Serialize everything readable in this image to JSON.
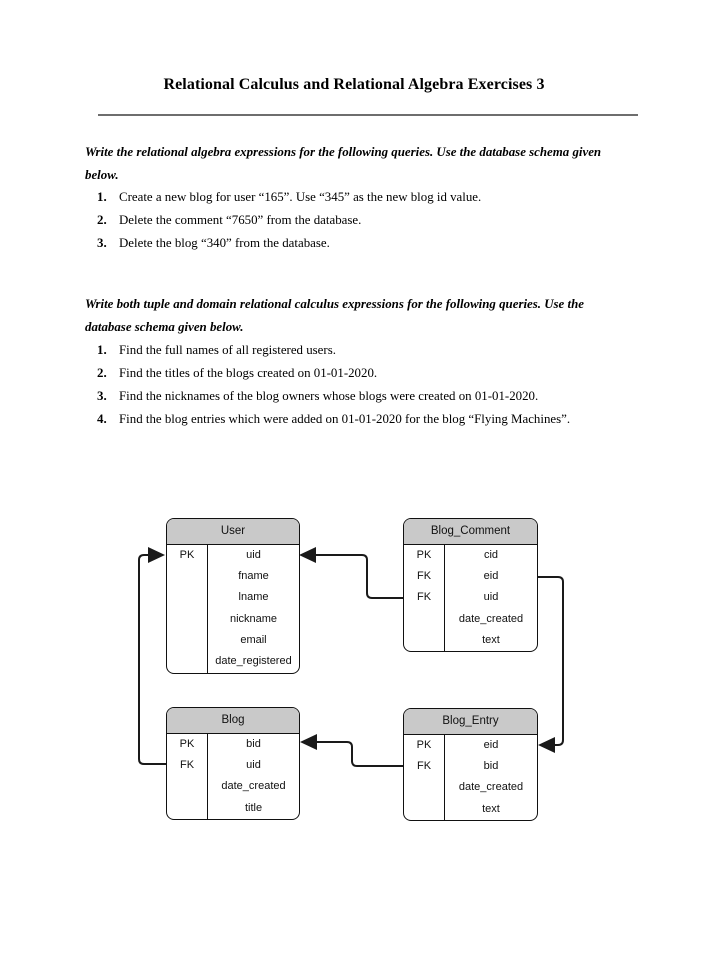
{
  "page": {
    "title": "Relational Calculus and Relational Algebra Exercises 3"
  },
  "sections": [
    {
      "prompt": "Write the relational algebra expressions for the following queries. Use the database schema given below.",
      "items": [
        {
          "num": "1.",
          "text": "Create a new blog for user “165”. Use “345” as the new blog id value."
        },
        {
          "num": "2.",
          "text": "Delete the comment “7650” from the database."
        },
        {
          "num": "3.",
          "text": "Delete the blog “340” from the database."
        }
      ]
    },
    {
      "prompt": "Write both tuple and domain relational calculus expressions for the following queries. Use the database schema given below.",
      "items": [
        {
          "num": "1.",
          "text": "Find the full names of all registered users."
        },
        {
          "num": "2.",
          "text": "Find the titles of the blogs created on 01-01-2020."
        },
        {
          "num": "3.",
          "text": "Find the nicknames of the blog owners whose blogs were created on 01-01-2020."
        },
        {
          "num": "4.",
          "text": "Find the blog entries which were added on 01-01-2020 for the blog “Flying Machines”."
        }
      ]
    }
  ],
  "diagram": {
    "tables": [
      {
        "name": "User",
        "rows": [
          {
            "key": "PK",
            "field": "uid"
          },
          {
            "key": "",
            "field": "fname"
          },
          {
            "key": "",
            "field": "lname"
          },
          {
            "key": "",
            "field": "nickname"
          },
          {
            "key": "",
            "field": "email"
          },
          {
            "key": "",
            "field": "date_registered"
          }
        ]
      },
      {
        "name": "Blog_Comment",
        "rows": [
          {
            "key": "PK",
            "field": "cid"
          },
          {
            "key": "FK",
            "field": "eid"
          },
          {
            "key": "FK",
            "field": "uid"
          },
          {
            "key": "",
            "field": "date_created"
          },
          {
            "key": "",
            "field": "text"
          }
        ]
      },
      {
        "name": "Blog",
        "rows": [
          {
            "key": "PK",
            "field": "bid"
          },
          {
            "key": "FK",
            "field": "uid"
          },
          {
            "key": "",
            "field": "date_created"
          },
          {
            "key": "",
            "field": "title"
          }
        ]
      },
      {
        "name": "Blog_Entry",
        "rows": [
          {
            "key": "PK",
            "field": "eid"
          },
          {
            "key": "FK",
            "field": "bid"
          },
          {
            "key": "",
            "field": "date_created"
          },
          {
            "key": "",
            "field": "text"
          }
        ]
      }
    ],
    "relationships": [
      {
        "from": "Blog_Comment.uid",
        "to": "User.uid"
      },
      {
        "from": "Blog.uid",
        "to": "User.uid"
      },
      {
        "from": "Blog_Entry.bid",
        "to": "Blog.bid"
      },
      {
        "from": "Blog_Comment.eid",
        "to": "Blog_Entry.eid"
      }
    ],
    "colors": {
      "header_bg": "#c9c9c9",
      "border": "#111111",
      "rule": "#6e6e6e"
    }
  }
}
